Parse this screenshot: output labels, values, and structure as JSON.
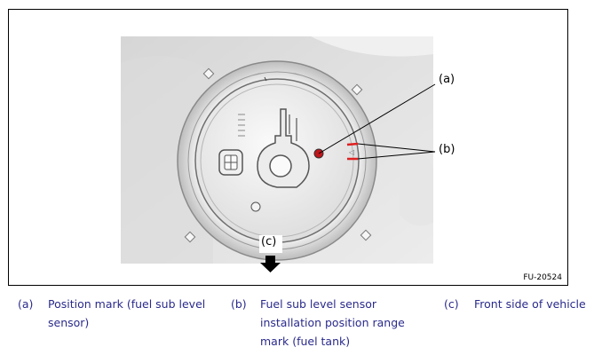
{
  "figure": {
    "callouts": {
      "a": "(a)",
      "b": "(b)",
      "c": "(c)"
    },
    "figure_id": "FU-20524"
  },
  "legend": [
    {
      "key": "(a)",
      "text": "Position mark (fuel sub level sensor)"
    },
    {
      "key": "(b)",
      "text": "Fuel sub level sensor installation position range mark (fuel tank)"
    },
    {
      "key": "(c)",
      "text": "Front side of vehicle"
    }
  ],
  "colors": {
    "position_mark": "#c0161c",
    "range_mark": "#e02020",
    "legend_text": "#2a2a8c"
  }
}
